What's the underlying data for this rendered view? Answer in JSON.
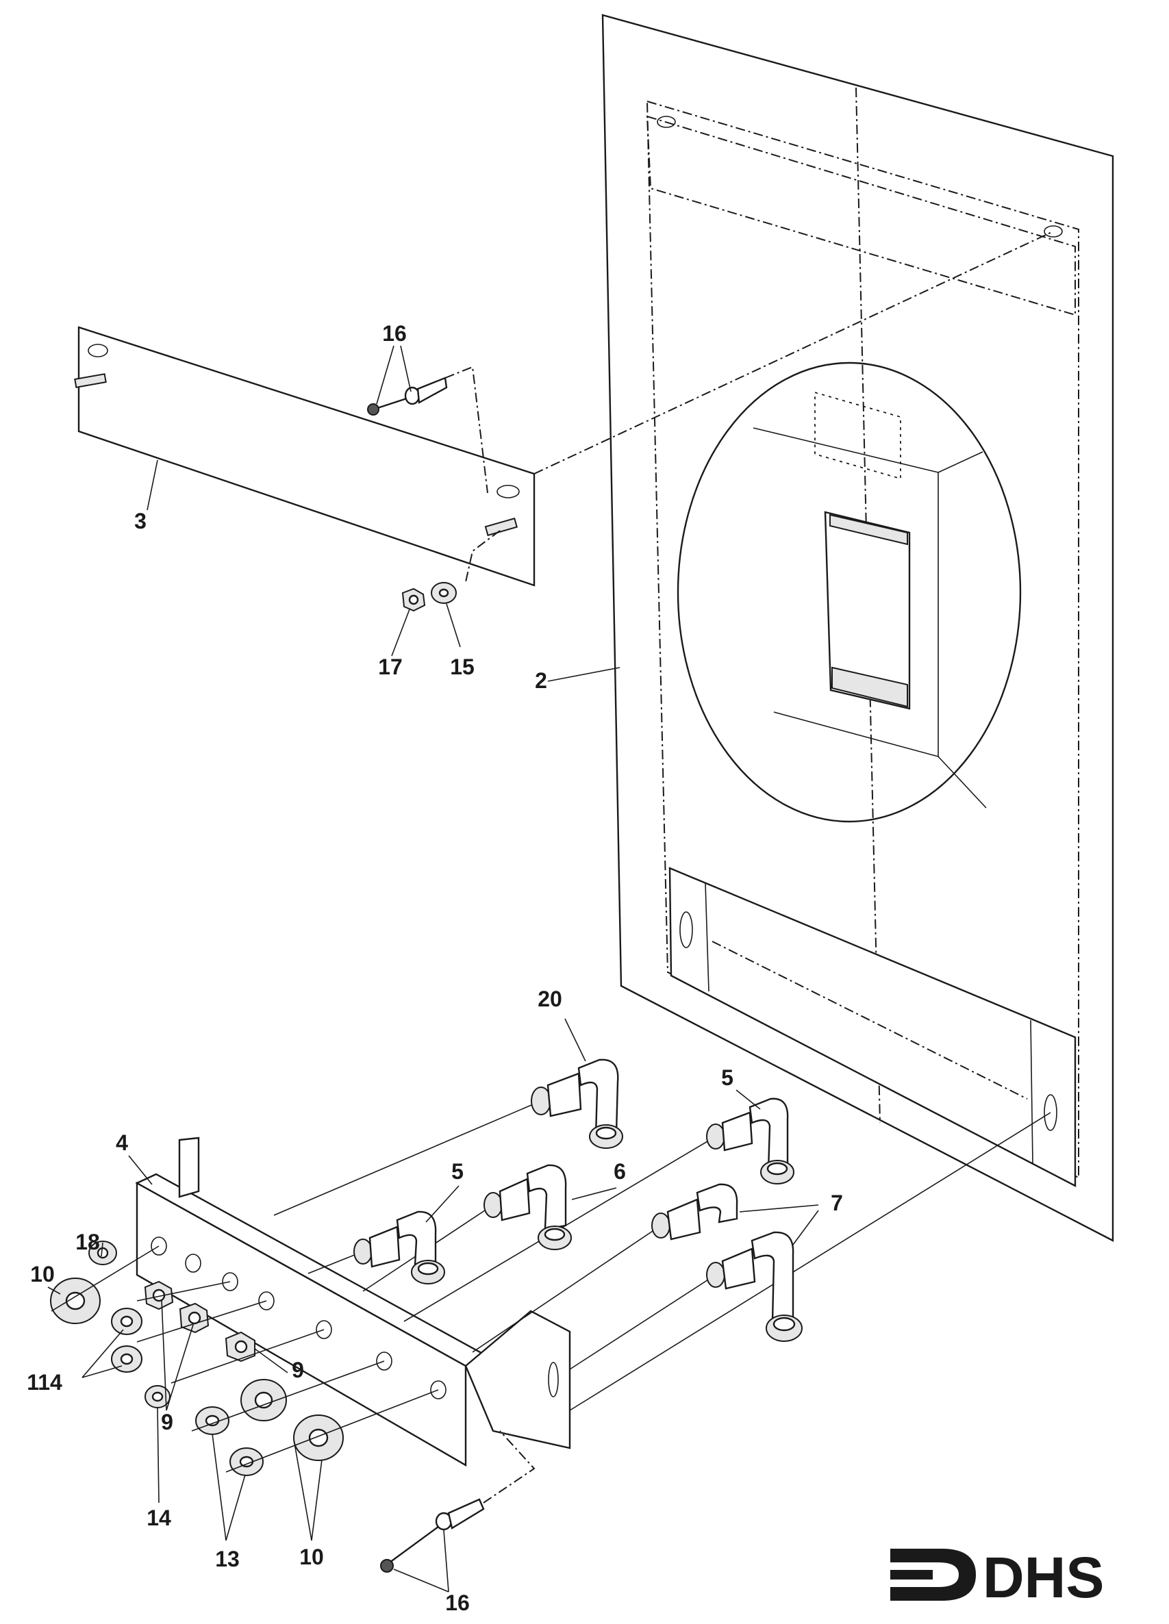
{
  "brand": {
    "logo_text": "DHS",
    "color": "#1a1a1a"
  },
  "diagram": {
    "part_labels": {
      "p2": "2",
      "p3": "3",
      "p4": "4",
      "p5a": "5",
      "p5b": "5",
      "p6": "6",
      "p7": "7",
      "p9a": "9",
      "p9b": "9",
      "p10a": "10",
      "p10b": "10",
      "p13": "13",
      "p14": "14",
      "p114": "114",
      "p15": "15",
      "p16a": "16",
      "p16b": "16",
      "p17": "17",
      "p18": "18",
      "p20": "20"
    }
  }
}
